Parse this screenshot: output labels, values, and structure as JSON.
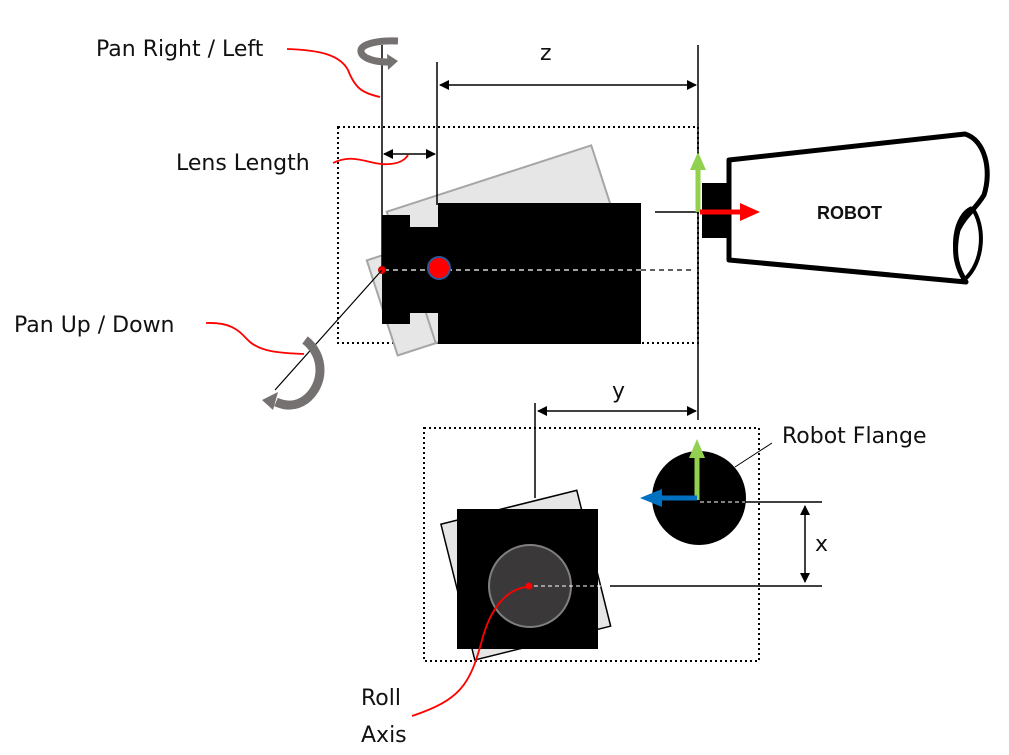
{
  "diagram": {
    "labels": {
      "pan_right_left": "Pan Right / Left",
      "lens_length": "Lens Length",
      "pan_up_down": "Pan Up / Down",
      "roll_axis_line1": "Roll",
      "roll_axis_line2": "Axis",
      "robot": "ROBOT",
      "robot_flange": "Robot Flange",
      "dim_z": "z",
      "dim_y": "y",
      "dim_x": "x"
    },
    "colors": {
      "callout_line": "#ff0000",
      "rotation_arrow": "#767171",
      "axis_green": "#92d050",
      "axis_red": "#ff0000",
      "axis_blue": "#0070c0",
      "camera_body": "#000000",
      "ghost_fill": "#e6e6e6",
      "ghost_stroke": "#a6a6a6",
      "lens_circle": "#3a3838",
      "pivot_dot": "#ff0000",
      "pivot_ring": "#2f5597"
    }
  }
}
